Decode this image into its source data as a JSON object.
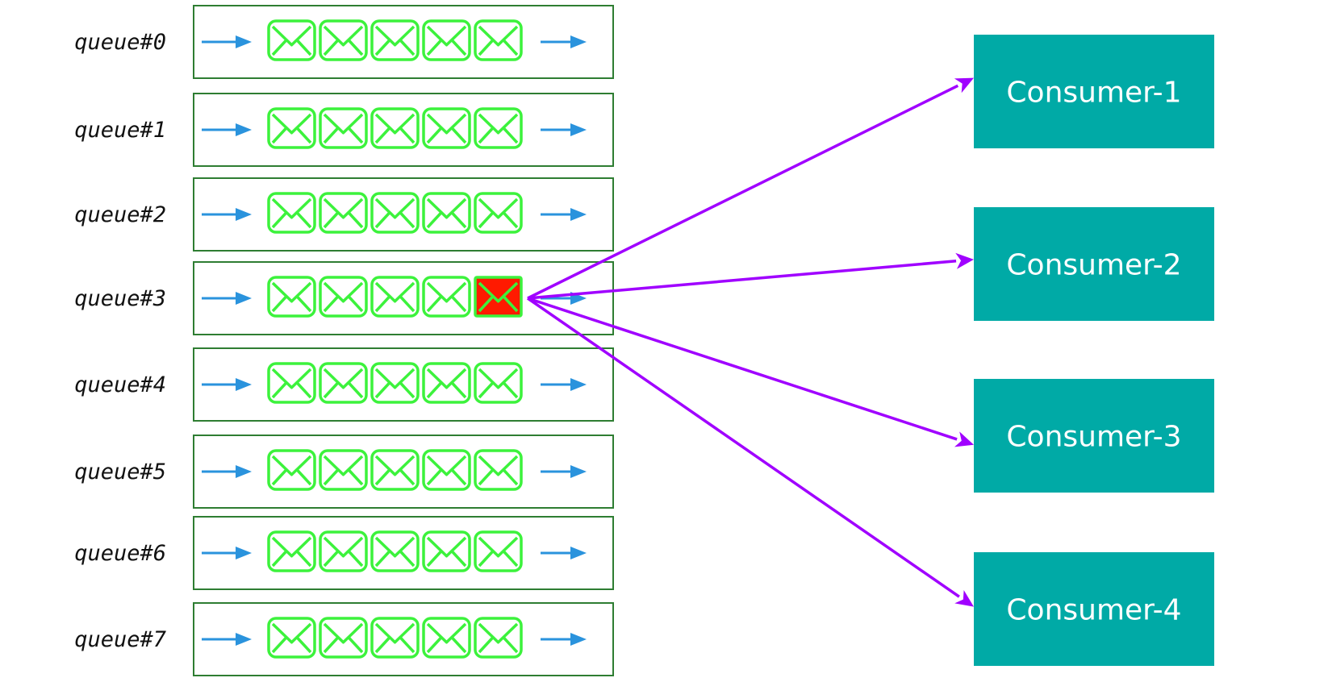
{
  "queues": [
    {
      "label": "queue#0",
      "messages": 5,
      "selected_message": null
    },
    {
      "label": "queue#1",
      "messages": 5,
      "selected_message": null
    },
    {
      "label": "queue#2",
      "messages": 5,
      "selected_message": null
    },
    {
      "label": "queue#3",
      "messages": 5,
      "selected_message": 4
    },
    {
      "label": "queue#4",
      "messages": 5,
      "selected_message": null
    },
    {
      "label": "queue#5",
      "messages": 5,
      "selected_message": null
    },
    {
      "label": "queue#6",
      "messages": 5,
      "selected_message": null
    },
    {
      "label": "queue#7",
      "messages": 5,
      "selected_message": null
    }
  ],
  "consumers": [
    {
      "label": "Consumer-1"
    },
    {
      "label": "Consumer-2"
    },
    {
      "label": "Consumer-3"
    },
    {
      "label": "Consumer-4"
    }
  ],
  "dispatch": {
    "source_queue": 3,
    "source_message": 4,
    "targets": [
      0,
      1,
      2,
      3
    ]
  },
  "colors": {
    "queue_border": "#2e7d32",
    "flow_arrow": "#2a93dd",
    "envelope": "#3cf23c",
    "selected_envelope_fill": "#ff1a00",
    "consumer_fill": "#00aaa6",
    "consumer_text": "#ffffff",
    "dispatch_arrow": "#a000ff"
  },
  "icons": {
    "message": "envelope-icon",
    "flow": "arrow-right-icon"
  }
}
